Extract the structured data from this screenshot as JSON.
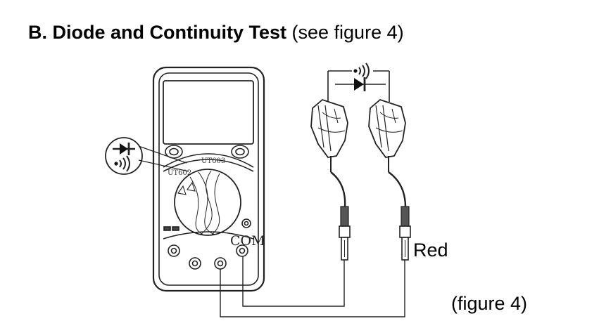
{
  "heading": {
    "bold": "B. Diode and Continuity Test",
    "normal": "(see figure 4)"
  },
  "meter": {
    "model_a": "UT603",
    "model_b": "UT602",
    "com_label": "COM"
  },
  "lead_label": "Red",
  "caption": "(figure 4)",
  "icons": [
    "diode-icon",
    "continuity-icon",
    "alligator-clip-icon",
    "probe-plug-icon",
    "fuse-icon"
  ]
}
